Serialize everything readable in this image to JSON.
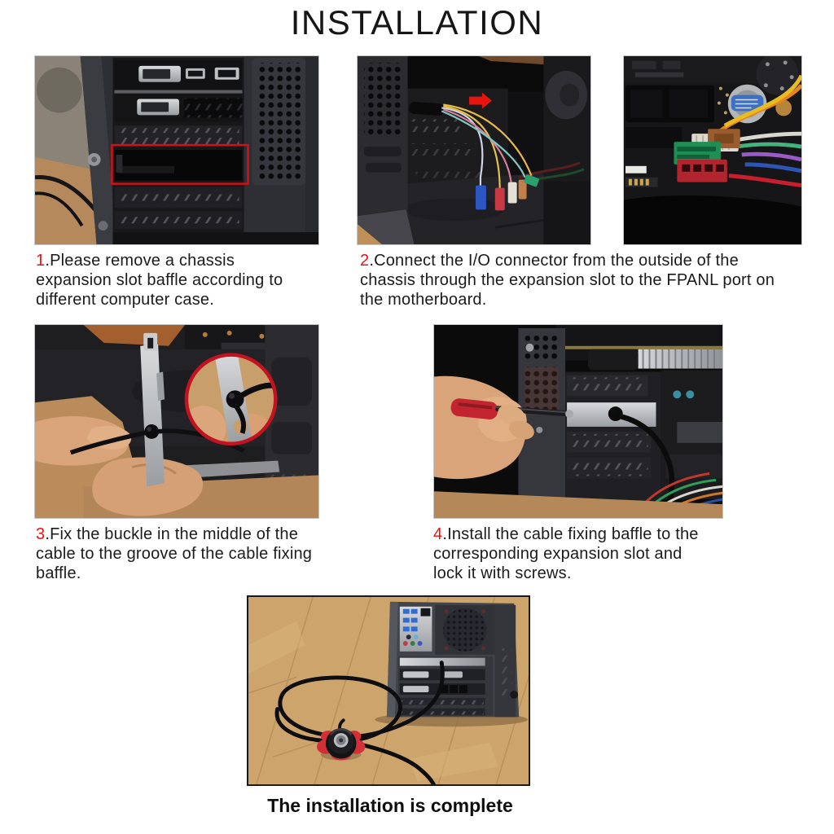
{
  "page": {
    "title": "INSTALLATION",
    "caption": "The installation is complete"
  },
  "steps": [
    {
      "number": "1",
      "separator": ".",
      "text": "Please remove a chassis\nexpansion slot baffle according to\ndifferent computer case."
    },
    {
      "number": "2",
      "separator": ".",
      "text": "Connect the I/O connector from the outside of the\nchassis through the expansion slot to the FPANL port on\nthe motherboard."
    },
    {
      "number": "3",
      "separator": ".",
      "text": "Fix the buckle in the middle of the\ncable to the groove of the cable fixing\nbaffle."
    },
    {
      "number": "4",
      "separator": ".",
      "text": "Install the cable fixing baffle to the\ncorresponding expansion slot and\nlock it with screws."
    }
  ],
  "colors": {
    "step_number_red": "#e8130f",
    "highlight_red": "#d01218",
    "arrow_red": "#e8150e",
    "text_dark": "#1b1b1b"
  }
}
